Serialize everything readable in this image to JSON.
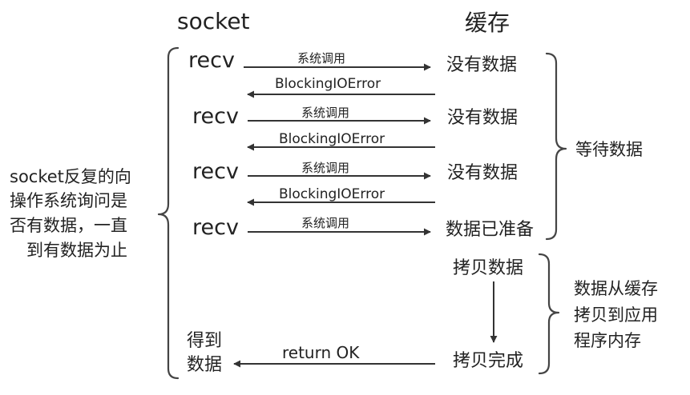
{
  "headers": {
    "socket": "socket",
    "cache": "缓存"
  },
  "rounds": [
    {
      "recv": "recv",
      "syscall": "系统调用",
      "cache_state": "没有数据",
      "reply": "BlockingIOError"
    },
    {
      "recv": "recv",
      "syscall": "系统调用",
      "cache_state": "没有数据",
      "reply": "BlockingIOError"
    },
    {
      "recv": "recv",
      "syscall": "系统调用",
      "cache_state": "没有数据",
      "reply": "BlockingIOError"
    },
    {
      "recv": "recv",
      "syscall": "系统调用",
      "cache_state": "数据已准备"
    }
  ],
  "copy": {
    "start": "拷贝数据",
    "done": "拷贝完成",
    "return_label": "return OK"
  },
  "got_data": [
    "得到",
    "数据"
  ],
  "left_note": [
    "socket反复的向",
    "操作系统询问是",
    "否有数据，一直",
    "到有数据为止"
  ],
  "wait_note": "等待数据",
  "copy_note": [
    "数据从缓存",
    "拷贝到应用",
    "程序内存"
  ]
}
